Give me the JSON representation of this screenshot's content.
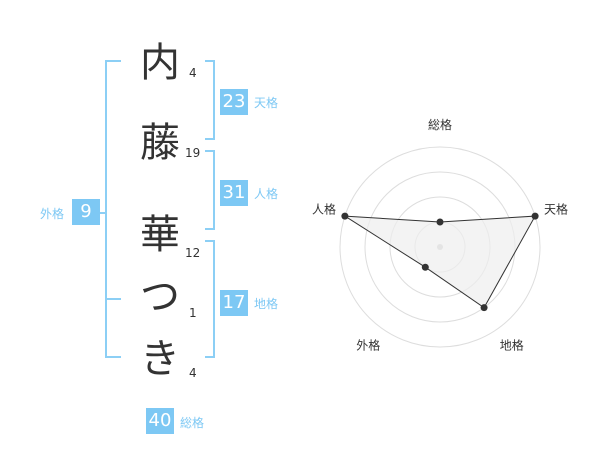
{
  "name": {
    "chars": [
      {
        "char": "内",
        "strokes": "4"
      },
      {
        "char": "藤",
        "strokes": "19"
      },
      {
        "char": "華",
        "strokes": "12"
      },
      {
        "char": "つ",
        "strokes": "1"
      },
      {
        "char": "き",
        "strokes": "4"
      }
    ]
  },
  "kakusu": {
    "tenkaku": {
      "value": "23",
      "label": "天格"
    },
    "jinkaku": {
      "value": "31",
      "label": "人格"
    },
    "chikaku": {
      "value": "17",
      "label": "地格"
    },
    "gaikaku": {
      "value": "9",
      "label": "外格"
    },
    "soukaku": {
      "value": "40",
      "label": "総格"
    }
  },
  "colors": {
    "accent": "#7dc8f4",
    "bracket": "#8ccff5",
    "text": "#333333",
    "radar_ring": "#dddddd",
    "radar_fill": "#eeeeee"
  },
  "chart_data": {
    "type": "radar",
    "axes": [
      "総格",
      "天格",
      "地格",
      "外格",
      "人格"
    ],
    "values": [
      1,
      4,
      3,
      1,
      4
    ],
    "rmax": 4,
    "rings": 4
  }
}
